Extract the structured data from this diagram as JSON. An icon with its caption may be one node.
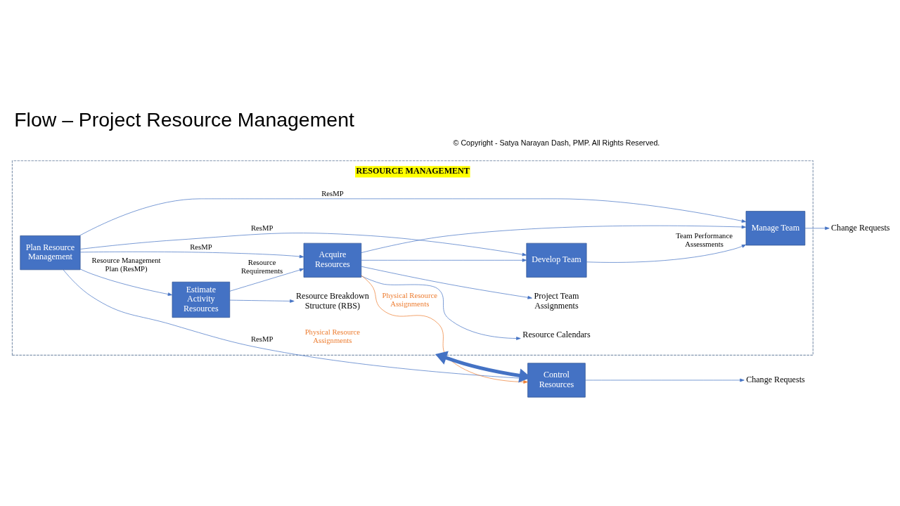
{
  "diagram": {
    "title": "Flow – Project Resource Management",
    "nodes": [
      {
        "text": [
          "RESOURCE MANAGEMENT"
        ]
      },
      {
        "text": [
          "Plan Resource Management"
        ],
        "in": 0
      },
      {
        "text": [
          "Estimate Activity Resources"
        ],
        "in": 0
      },
      {
        "text": [
          "Acquire Resources"
        ],
        "in": 0
      },
      {
        "text": [
          "Resource Calendars"
        ],
        "in": 0
      },
      {
        "text": [
          "Project Team Assignments"
        ],
        "in": 0
      },
      {
        "text": [
          "Resource Breakdown Structure (RBS)"
        ],
        "in": 0
      },
      {
        "text": [
          "Develop Team"
        ],
        "in": 0
      },
      {
        "text": [
          "Manage Team"
        ],
        "in": 0
      },
      {
        "text": [
          "Change Requests"
        ]
      },
      {
        "text": [
          "Control Resources"
        ]
      },
      {
        "text": [
          "Change Requests"
        ]
      }
    ],
    "edges": [
      {
        "from": 1,
        "to": 3,
        "arrow": "to",
        "label": "ResMP"
      },
      {
        "from": 1,
        "to": 2,
        "arrow": "to",
        "label": "Resource Management Plan (ResMP)"
      },
      {
        "from": 2,
        "to": 3,
        "arrow": "to",
        "label": "Resource Requirements"
      },
      {
        "from": 2,
        "to": 6,
        "arrow": "to"
      },
      {
        "from": 3,
        "to": 4,
        "arrow": "to"
      },
      {
        "from": 3,
        "to": 5,
        "arrow": "to"
      },
      {
        "from": 3,
        "to": 7,
        "arrow": "to"
      },
      {
        "from": 3,
        "to": 8,
        "arrow": "to"
      },
      {
        "from": 3,
        "to": 10,
        "arrow": "to",
        "label": "Physical Resource Assignments",
        "color": "#ed7d31"
      },
      {
        "from": 1,
        "to": 7,
        "arrow": "to",
        "label": "ResMP"
      },
      {
        "from": 7,
        "to": 8,
        "arrow": "to",
        "label": "Team Performance Assessments"
      },
      {
        "from": 1,
        "to": 8,
        "arrow": "to",
        "label": "ResMP"
      },
      {
        "from": 8,
        "to": 9,
        "arrow": "to"
      },
      {
        "from": 0,
        "to": 10,
        "arrow": "both",
        "style": "thick"
      },
      {
        "from": 1,
        "to": 10,
        "arrow": "to",
        "label": "ResMP"
      },
      {
        "from": 10,
        "to": 11,
        "arrow": "to"
      }
    ],
    "labels": [
      "Physical Resource Assignments",
      "© Copyright - Satya Narayan Dash, PMP. All Rights Reserved."
    ]
  }
}
